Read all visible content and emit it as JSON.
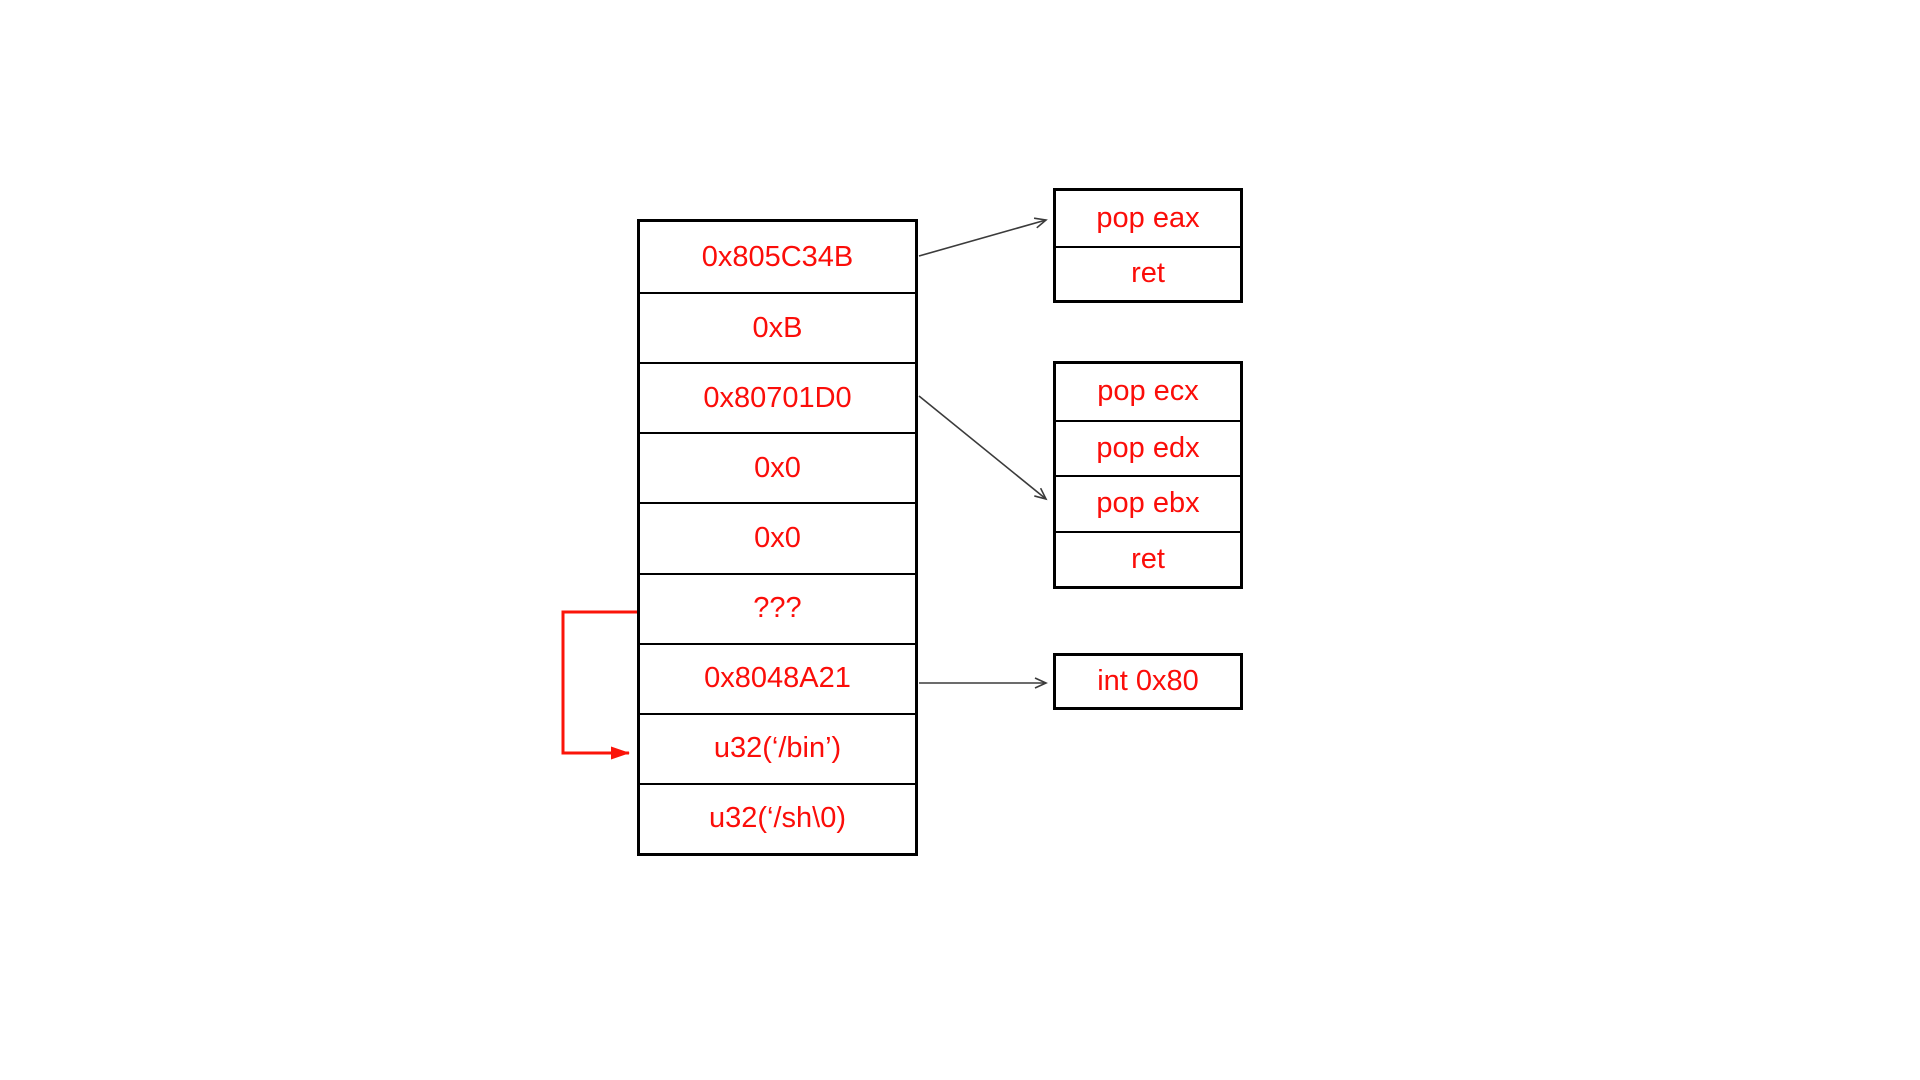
{
  "colors": {
    "text": "#fb0d09",
    "line": "#000000",
    "arrow": "#3b3b3b",
    "highlight": "#fb1409"
  },
  "stack": {
    "cells": [
      "0x805C34B",
      "0xB",
      "0x80701D0",
      "0x0",
      "0x0",
      "???",
      "0x8048A21",
      "u32(‘/bin’)",
      "u32(‘/sh\\0)"
    ]
  },
  "gadgets": [
    {
      "rows": [
        "pop eax",
        "ret"
      ]
    },
    {
      "rows": [
        "pop ecx",
        "pop edx",
        "pop ebx",
        "ret"
      ]
    },
    {
      "rows": [
        "int 0x80"
      ]
    }
  ]
}
